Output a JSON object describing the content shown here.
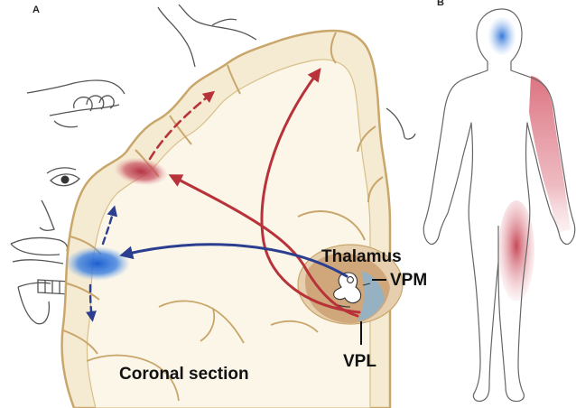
{
  "panels": {
    "left_label": "A",
    "right_label": "B"
  },
  "labels": {
    "thalamus": "Thalamus",
    "vpm": "VPM",
    "vpl": "VPL",
    "section": "Coronal section"
  },
  "colors": {
    "cortex_fill": "#f5ebd2",
    "cortex_stroke": "#c9a66b",
    "white_matter": "#fbf6e8",
    "red_pathway": "#b8323a",
    "blue_pathway": "#2c3e8f",
    "blue_blob": "#2a6fd0",
    "red_blob": "#c0394a",
    "body_outline": "#666666",
    "thalamus_tan": "#c79a6a",
    "thalamus_blue": "#8fb3c9"
  }
}
